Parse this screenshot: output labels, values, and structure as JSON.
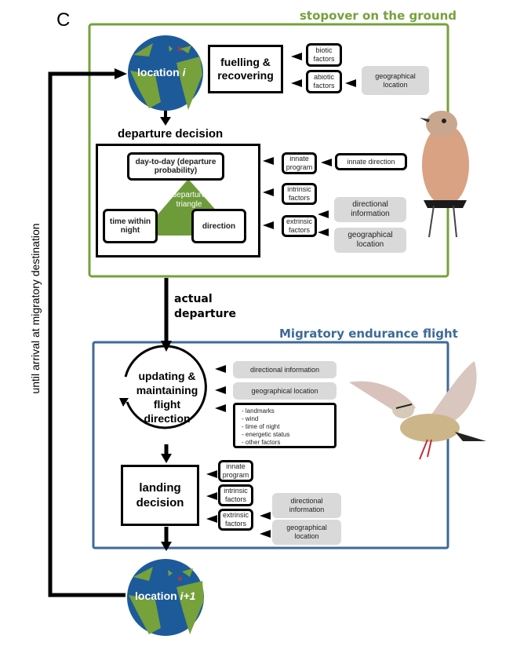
{
  "panel_letter": "C",
  "loop_label": "until arrival at migratory destination",
  "stopover": {
    "title": "stopover on the ground",
    "color": "#76a13b",
    "location_label": "location",
    "location_index": "i",
    "fuelling": "fuelling & recovering",
    "biotic": "biotic factors",
    "abiotic": "abiotic factors",
    "geo_location": "geographical location",
    "departure_decision_title": "departure decision",
    "day_to_day": "day-to-day (departure probability)",
    "triangle_label": "departure triangle",
    "time_within_night": "time within night",
    "direction": "direction",
    "innate_program": "innate program",
    "innate_direction": "innate direction",
    "intrinsic_factors": "intrinsic factors",
    "extrinsic_factors": "extrinsic factors",
    "directional_information": "directional information",
    "geographical_location": "geographical location"
  },
  "actual_departure": "actual departure",
  "flight": {
    "title": "Migratory endurance flight",
    "color": "#3e6a99",
    "updating": "updating & maintaining flight direction",
    "directional_information": "directional information",
    "geographical_location": "geographical location",
    "cues": [
      "- landmarks",
      "- wind",
      "- time of night",
      "- energetic status",
      "- other factors"
    ],
    "landing_decision": "landing decision",
    "innate_program": "innate program",
    "intrinsic_factors": "intrinsic factors",
    "extrinsic_factors": "extrinsic factors",
    "dir_info": "directional information",
    "geo_loc": "geographical location"
  },
  "next_location_label": "location",
  "next_location_index": "i+1",
  "colors": {
    "globe_ocean": "#1d5a9a",
    "globe_land": "#76a13b",
    "grey_box": "#d9d9d9",
    "marker": "#e0302a"
  }
}
